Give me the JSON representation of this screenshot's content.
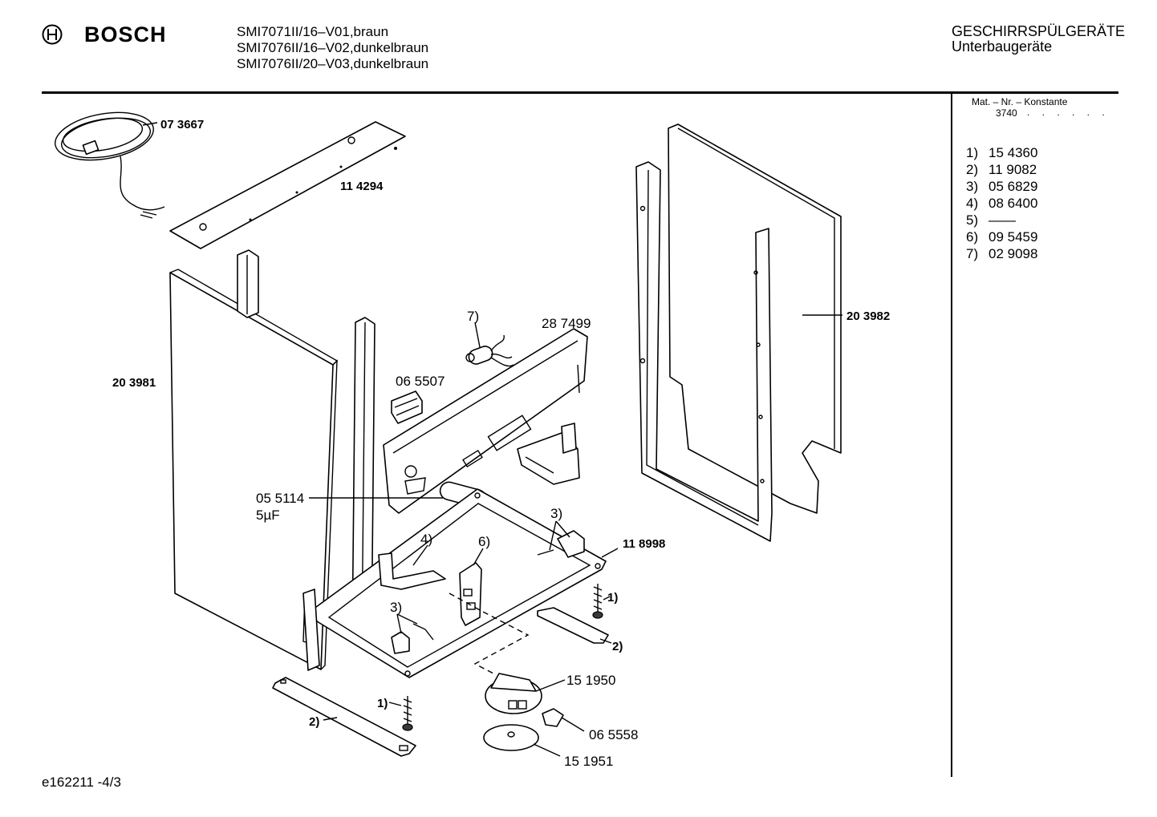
{
  "header": {
    "brand": "BOSCH",
    "models": [
      "SMI7071II/16–V01,braun",
      "SMI7076II/16–V02,dunkelbraun",
      "SMI7076II/20–V03,dunkelbraun"
    ],
    "category": "GESCHIRRSPÜLGERÄTE",
    "subcategory": "Unterbaugeräte"
  },
  "sidebar": {
    "mat_heading": "Mat. – Nr. – Konstante",
    "mat_value": "3740",
    "mat_dots": ". . . . . .",
    "parts": [
      {
        "key": "1)",
        "value": "15 4360"
      },
      {
        "key": "2)",
        "value": "11 9082"
      },
      {
        "key": "3)",
        "value": "05 6829"
      },
      {
        "key": "4)",
        "value": "08 6400"
      },
      {
        "key": "5)",
        "value": "——"
      },
      {
        "key": "6)",
        "value": "09 5459"
      },
      {
        "key": "7)",
        "value": "02 9098"
      }
    ]
  },
  "callouts": {
    "cable": "07 3667",
    "top_plate": "11 4294",
    "left_panel": "20 3981",
    "right_panel": "20 3982",
    "front_panel": "28 7499",
    "switch": "06 5507",
    "capacitor": "05 5114",
    "capacitor_value": "5µF",
    "base_frame": "11 8998",
    "pump": "15 1950",
    "connector": "06 5558",
    "disc": "15 1951",
    "ref_1a": "1)",
    "ref_1b": "1)",
    "ref_2a": "2)",
    "ref_2b": "2)",
    "ref_3a": "3)",
    "ref_3b": "3)",
    "ref_4": "4)",
    "ref_6": "6)",
    "ref_7": "7)"
  },
  "footer": {
    "code": "e162211 -4/3"
  }
}
